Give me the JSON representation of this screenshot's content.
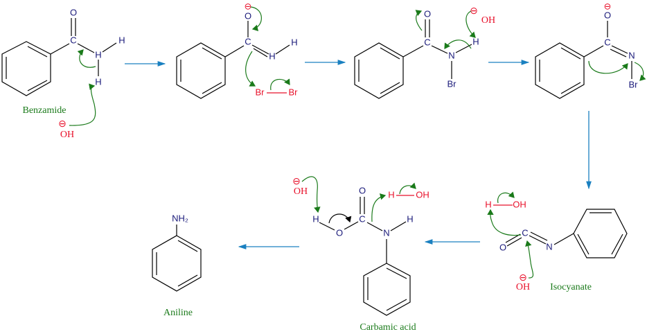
{
  "labels": {
    "benzamide": "Benzamide",
    "isocyanate": "Isocyanate",
    "carbamic_acid": "Carbamic acid",
    "aniline": "Aniline"
  },
  "atoms": {
    "C": "C",
    "O": "O",
    "H": "H",
    "N": "N",
    "Br": "Br",
    "OH": "OH",
    "NH2": "NH₂",
    "minus": "⊖"
  },
  "colors": {
    "arrow": "#1a80c0",
    "mechanism": "#1a7a1a",
    "reagent": "#e8102a",
    "atom": "#1a1a7a"
  }
}
